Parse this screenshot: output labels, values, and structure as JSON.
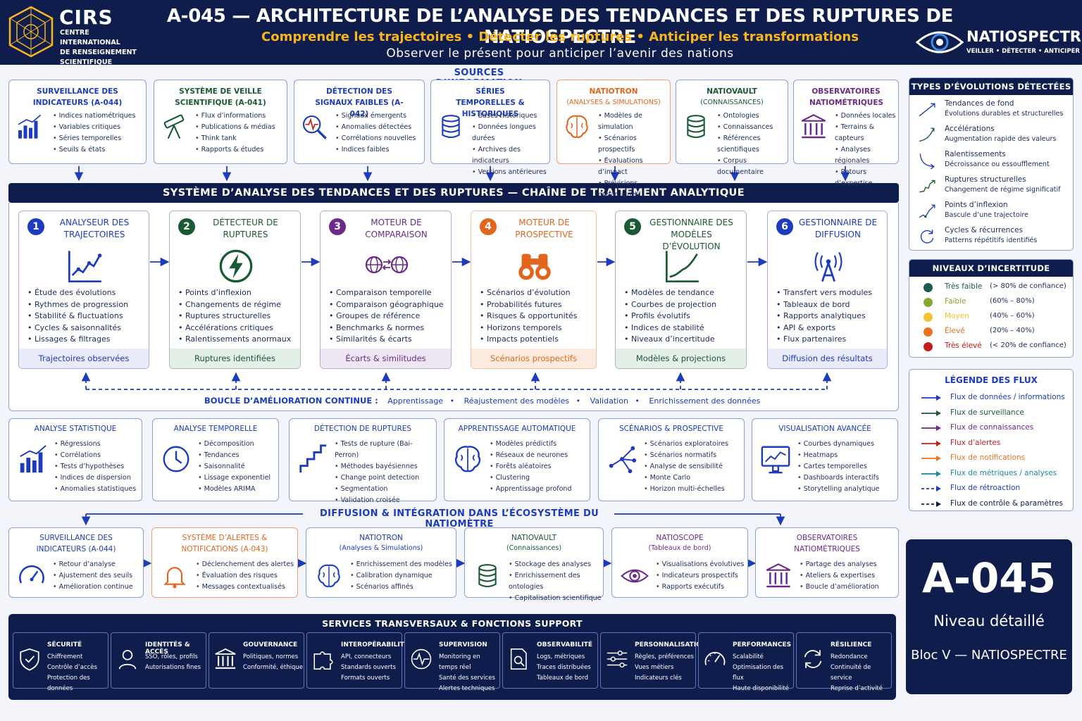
{
  "header": {
    "org_abbr": "CIRS",
    "org_name_1": "CENTRE INTERNATIONAL",
    "org_name_2": "DE RENSEIGNEMENT",
    "org_name_3": "SCIENTIFIQUE",
    "title": "A-045 — ARCHITECTURE DE L’ANALYSE DES TENDANCES ET DES RUPTURES DE NATIOSPECTRE",
    "subtitle": "Comprendre les trajectoires • Détecter les ruptures • Anticiper les transformations",
    "tagline": "Observer le présent pour anticiper l’avenir des nations",
    "brand": "NATIOSPECTRE",
    "brand_tagline": "VEILLER • DÉTECTER • ANTICIPER"
  },
  "sources": {
    "title": "SOURCES D’INFORMATION",
    "cards": [
      {
        "title": "SURVEILLANCE DES INDICATEURS (A-044)",
        "color": "#1c3bbd",
        "icon": "bar-chart-icon",
        "items": [
          "Indices natiométriques",
          "Variables critiques",
          "Séries temporelles",
          "Seuils & états"
        ]
      },
      {
        "title": "SYSTÈME DE VEILLE SCIENTIFIQUE (A-041)",
        "color": "#1a5a32",
        "icon": "telescope-icon",
        "items": [
          "Flux d’informations",
          "Publications & médias",
          "Think tank",
          "Rapports & études"
        ]
      },
      {
        "title": "DÉTECTION DES SIGNAUX FAIBLES (A-042)",
        "color": "#1c3bbd",
        "icon": "magnifier-signal-icon",
        "items": [
          "Signaux émergents",
          "Anomalies détectées",
          "Corrélations nouvelles",
          "Indices faibles"
        ]
      },
      {
        "title": "SÉRIES TEMPORELLES & HISTORIQUES",
        "color": "#1c3bbd",
        "icon": "database-icon",
        "items": [
          "Bases historiques",
          "Données longues durées",
          "Archives des indicateurs",
          "Versions antérieures"
        ]
      },
      {
        "title": "NATIOTRON",
        "subtitle": "(Analyses & Simulations)",
        "color": "#e3651d",
        "icon": "brain-icon",
        "items": [
          "Modèles de simulation",
          "Scénarios prospectifs",
          "Évaluations d’impact",
          "Prévisions dynamiques"
        ]
      },
      {
        "title": "NATIOVAULT",
        "subtitle": "(Connaissances)",
        "color": "#1a5a32",
        "icon": "database-green-icon",
        "items": [
          "Ontologies",
          "Connaissances",
          "Références scientifiques",
          "Corpus documentaire"
        ]
      },
      {
        "title": "OBSERVATOIRES NATIOMÉTRIQUES",
        "color": "#6a2a8a",
        "icon": "institution-icon",
        "items": [
          "Données locales",
          "Terrains & capteurs",
          "Analyses régionales",
          "Retours d’expertise"
        ]
      }
    ]
  },
  "chain": {
    "title": "SYSTÈME D’ANALYSE DES TENDANCES ET DES RUPTURES — CHAÎNE DE TRAITEMENT ANALYTIQUE",
    "stages": [
      {
        "num": "1",
        "title": "ANALYSEUR DES TRAJECTOIRES",
        "color": "#1c3bbd",
        "icon": "trajectory-chart-icon",
        "items": [
          "Étude des évolutions",
          "Rythmes de progression",
          "Stabilité & fluctuations",
          "Cycles & saisonnalités",
          "Lissages & filtrages"
        ],
        "footer": "Trajectoires observées"
      },
      {
        "num": "2",
        "title": "DÉTECTEUR DE RUPTURES",
        "color": "#1a5a32",
        "icon": "lightning-icon",
        "items": [
          "Points d’inflexion",
          "Changements de régime",
          "Ruptures structurelles",
          "Accélérations critiques",
          "Ralentissements anormaux"
        ],
        "footer": "Ruptures identifiées"
      },
      {
        "num": "3",
        "title": "MOTEUR DE COMPARAISON",
        "color": "#6a2a8a",
        "icon": "globe-compare-icon",
        "items": [
          "Comparaison temporelle",
          "Comparaison géographique",
          "Groupes de référence",
          "Benchmarks & normes",
          "Similarités & écarts"
        ],
        "footer": "Écarts & similitudes"
      },
      {
        "num": "4",
        "title": "MOTEUR DE PROSPECTIVE",
        "color": "#e3651d",
        "icon": "binoculars-icon",
        "items": [
          "Scénarios d’évolution",
          "Probabilités futures",
          "Risques & opportunités",
          "Horizons temporels",
          "Impacts potentiels"
        ],
        "footer": "Scénarios prospectifs"
      },
      {
        "num": "5",
        "title": "GESTIONNAIRE DES MODÈLES D’ÉVOLUTION",
        "color": "#1a5a32",
        "icon": "evolution-chart-icon",
        "items": [
          "Modèles de tendance",
          "Courbes de projection",
          "Profils évolutifs",
          "Indices de stabilité",
          "Niveaux d’incertitude"
        ],
        "footer": "Modèles & projections"
      },
      {
        "num": "6",
        "title": "GESTIONNAIRE DE DIFFUSION",
        "color": "#1c3bbd",
        "icon": "antenna-icon",
        "items": [
          "Transfert vers modules",
          "Tableaux de bord",
          "Rapports analytiques",
          "API & exports",
          "Flux partenaires"
        ],
        "footer": "Diffusion des résultats"
      }
    ],
    "loop_label": "BOUCLE D’AMÉLIORATION CONTINUE :",
    "loop_items": [
      "Apprentissage",
      "Réajustement des modèles",
      "Validation",
      "Enrichissement des données"
    ]
  },
  "methods": [
    {
      "title": "ANALYSE STATISTIQUE",
      "icon": "bar-chart-icon",
      "items": [
        "Régressions",
        "Corrélations",
        "Tests d’hypothèses",
        "Indices de dispersion",
        "Anomalies statistiques"
      ]
    },
    {
      "title": "ANALYSE TEMPORELLE",
      "icon": "clock-icon",
      "items": [
        "Décomposition",
        "Tendances",
        "Saisonnalité",
        "Lissage exponentiel",
        "Modèles ARIMA"
      ]
    },
    {
      "title": "DÉTECTION DE RUPTURES",
      "icon": "staircase-icon",
      "items": [
        "Tests de rupture (Bai-Perron)",
        "Méthodes bayésiennes",
        "Change point detection",
        "Segmentation",
        "Validation croisée"
      ]
    },
    {
      "title": "APPRENTISSAGE AUTOMATIQUE",
      "icon": "brain-icon",
      "items": [
        "Modèles prédictifs",
        "Réseaux de neurones",
        "Forêts aléatoires",
        "Clustering",
        "Apprentissage profond"
      ]
    },
    {
      "title": "SCÉNARIOS & PROSPECTIVE",
      "icon": "tree-branch-icon",
      "items": [
        "Scénarios exploratoires",
        "Scénarios normatifs",
        "Analyse de sensibilité",
        "Monte Carlo",
        "Horizon multi-échelles"
      ]
    },
    {
      "title": "VISUALISATION AVANCÉE",
      "icon": "monitor-chart-icon",
      "items": [
        "Courbes dynamiques",
        "Heatmaps",
        "Cartes temporelles",
        "Dashboards interactifs",
        "Storytelling analytique"
      ]
    }
  ],
  "diffusion": {
    "title": "DIFFUSION & INTÉGRATION DANS L’ÉCOSYSTÈME DU NATIOMÈTRE",
    "cards": [
      {
        "title": "SURVEILLANCE DES INDICATEURS (A-044)",
        "color": "#1c3bbd",
        "icon": "gauge-icon",
        "items": [
          "Retour d’analyse",
          "Ajustement des seuils",
          "Amélioration continue"
        ]
      },
      {
        "title": "SYSTÈME D’ALERTES & NOTIFICATIONS (A-043)",
        "color": "#e3651d",
        "icon": "bell-icon",
        "items": [
          "Déclenchement des alertes",
          "Évaluation des risques",
          "Messages contextualisés"
        ]
      },
      {
        "title": "NATIOTRON",
        "subtitle": "(Analyses & Simulations)",
        "color": "#1c3bbd",
        "icon": "brain-icon",
        "items": [
          "Enrichissement des modèles",
          "Calibration dynamique",
          "Scénarios affinés"
        ]
      },
      {
        "title": "NATIOVAULT",
        "subtitle": "(Connaissances)",
        "color": "#1a5a32",
        "icon": "database-green-icon",
        "items": [
          "Stockage des analyses",
          "Enrichissement des ontologies",
          "Capitalisation scientifique"
        ]
      },
      {
        "title": "NATIOSCOPE",
        "subtitle": "(Tableaux de bord)",
        "color": "#6a2a8a",
        "icon": "eye-icon",
        "items": [
          "Visualisations évolutives",
          "Indicateurs prospectifs",
          "Rapports exécutifs"
        ]
      },
      {
        "title": "OBSERVATOIRES NATIOMÉTRIQUES",
        "color": "#6a2a8a",
        "icon": "institution-icon",
        "items": [
          "Partage des analyses",
          "Ateliers & expertises",
          "Boucle d’amélioration"
        ]
      }
    ]
  },
  "services": {
    "title": "SERVICES TRANSVERSAUX & FONCTIONS SUPPORT",
    "items": [
      {
        "title": "SÉCURITÉ",
        "icon": "shield-icon",
        "lines": [
          "Chiffrement",
          "Contrôle d’accès",
          "Protection des données"
        ]
      },
      {
        "title": "IDENTITÉS & ACCÈS",
        "icon": "user-icon",
        "lines": [
          "SSO, rôles, profils",
          "Autorisations fines"
        ]
      },
      {
        "title": "GOUVERNANCE",
        "icon": "institution-icon",
        "lines": [
          "Politiques, normes",
          "Conformité, éthique"
        ]
      },
      {
        "title": "INTEROPÉRABILITÉ",
        "icon": "puzzle-icon",
        "lines": [
          "API, connecteurs",
          "Standards ouverts",
          "Formats ouverts"
        ]
      },
      {
        "title": "SUPERVISION",
        "icon": "pulse-icon",
        "lines": [
          "Monitoring en temps réel",
          "Santé des services",
          "Alertes techniques"
        ]
      },
      {
        "title": "OBSERVABILITÉ",
        "icon": "document-search-icon",
        "lines": [
          "Logs, métriques",
          "Traces distribuées",
          "Tableaux de bord"
        ]
      },
      {
        "title": "PERSONNALISATION",
        "icon": "sliders-icon",
        "lines": [
          "Règles, préférences",
          "Vues métiers",
          "Indicateurs clés"
        ]
      },
      {
        "title": "PERFORMANCES",
        "icon": "speedometer-icon",
        "lines": [
          "Scalabilité",
          "Optimisation des flux",
          "Haute disponibilité"
        ]
      },
      {
        "title": "RÉSILIENCE",
        "icon": "refresh-icon",
        "lines": [
          "Redondance",
          "Continuité de service",
          "Reprise d’activité"
        ]
      }
    ]
  },
  "evolutions": {
    "title": "TYPES D’ÉVOLUTIONS DÉTECTÉES",
    "items": [
      {
        "name": "Tendances de fond",
        "desc": "Évolutions durables et structurelles",
        "icon": "trend-up-icon"
      },
      {
        "name": "Accélérations",
        "desc": "Augmentation rapide des valeurs",
        "icon": "acceleration-icon"
      },
      {
        "name": "Ralentissements",
        "desc": "Décroissance ou essoufflement",
        "icon": "slowdown-icon"
      },
      {
        "name": "Ruptures structurelles",
        "desc": "Changement de régime significatif",
        "icon": "break-icon"
      },
      {
        "name": "Points d’inflexion",
        "desc": "Bascule d’une trajectoire",
        "icon": "inflexion-icon"
      },
      {
        "name": "Cycles & récurrences",
        "desc": "Patterns répétitifs identifiés",
        "icon": "cycle-icon"
      }
    ]
  },
  "uncertainty": {
    "title": "NIVEAUX D’INCERTITUDE",
    "levels": [
      {
        "name": "Très faible",
        "range": "(> 80% de confiance)",
        "color": "#1d5a52"
      },
      {
        "name": "Faible",
        "range": "(60% – 80%)",
        "color": "#8aa62e"
      },
      {
        "name": "Moyen",
        "range": "(40% – 60%)",
        "color": "#f3c330"
      },
      {
        "name": "Élevé",
        "range": "(20% – 40%)",
        "color": "#ea7320"
      },
      {
        "name": "Très élevé",
        "range": "(< 20% de confiance)",
        "color": "#c61b1b"
      }
    ]
  },
  "legend": {
    "title": "LÉGENDE DES FLUX",
    "items": [
      {
        "label": "Flux de données / informations",
        "color": "#1c3bbd",
        "style": "solid"
      },
      {
        "label": "Flux de surveillance",
        "color": "#1a5a32",
        "style": "solid"
      },
      {
        "label": "Flux de connaissances",
        "color": "#6a2a8a",
        "style": "solid"
      },
      {
        "label": "Flux d’alertes",
        "color": "#c61b1b",
        "style": "solid"
      },
      {
        "label": "Flux de notifications",
        "color": "#ea7320",
        "style": "solid"
      },
      {
        "label": "Flux de métriques / analyses",
        "color": "#1a8aa0",
        "style": "solid"
      },
      {
        "label": "Flux de rétroaction",
        "color": "#1c3bbd",
        "style": "dashed"
      },
      {
        "label": "Flux de contrôle & paramètres",
        "color": "#0f1d4d",
        "style": "dashed"
      }
    ]
  },
  "badge": {
    "code": "A-045",
    "level": "Niveau détaillé",
    "block": "Bloc V — NATIOSPECTRE"
  }
}
